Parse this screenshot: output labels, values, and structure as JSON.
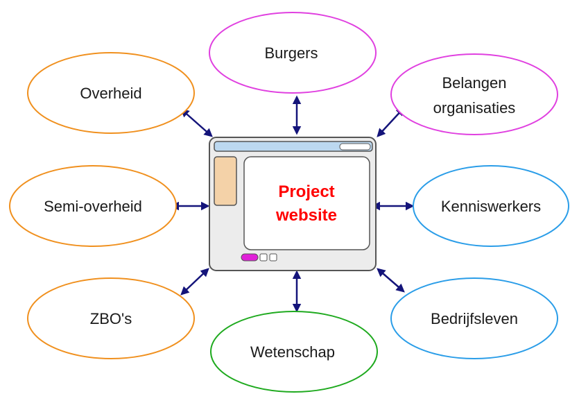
{
  "center": {
    "title_line1": "Project",
    "title_line2": "website"
  },
  "stakeholders": {
    "burgers": {
      "label": "Burgers",
      "color": "#e040e0"
    },
    "belangen": {
      "label_line1": "Belangen",
      "label_line2": "organisaties",
      "color": "#e040e0"
    },
    "overheid": {
      "label": "Overheid",
      "color": "#f0901e"
    },
    "semi_overheid": {
      "label": "Semi-overheid",
      "color": "#f0901e"
    },
    "zbos": {
      "label": "ZBO's",
      "color": "#f0901e"
    },
    "wetenschap": {
      "label": "Wetenschap",
      "color": "#1faa1f"
    },
    "kenniswerkers": {
      "label": "Kenniswerkers",
      "color": "#2a9de8"
    },
    "bedrijfsleven": {
      "label": "Bedrijfsleven",
      "color": "#2a9de8"
    }
  },
  "arrow_color": "#14147a"
}
